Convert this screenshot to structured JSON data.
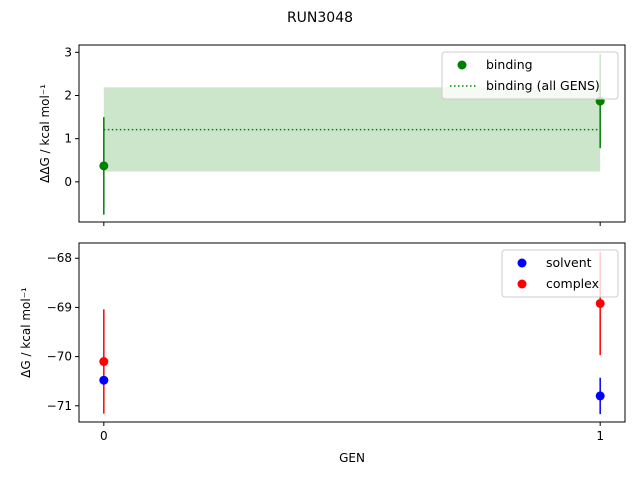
{
  "chart_data": {
    "title": "RUN3048",
    "xlabel": "GEN",
    "x_ticks": [
      0,
      1
    ],
    "xlim": [
      -0.05,
      1.05
    ],
    "panels": [
      {
        "type": "scatter",
        "ylabel": "ΔΔG / kcal mol⁻¹",
        "ylim": [
          -0.93,
          3.17
        ],
        "y_ticks": [
          0,
          1,
          2,
          3
        ],
        "legend": "top-right",
        "series": [
          {
            "name": "binding",
            "color": "#008000",
            "x": [
              0,
              1
            ],
            "y": [
              0.37,
              1.87
            ],
            "yerr": [
              1.13,
              1.09
            ]
          },
          {
            "name": "binding (all GENS)",
            "color": "#008000",
            "style": "dotted",
            "x": [
              0,
              1
            ],
            "y": [
              1.21,
              1.21
            ],
            "band": [
              0.24,
              2.19
            ]
          }
        ]
      },
      {
        "type": "scatter",
        "ylabel": "ΔG / kcal mol⁻¹",
        "ylim": [
          -71.33,
          -67.69
        ],
        "y_ticks": [
          -68,
          -69,
          -70,
          -71
        ],
        "legend": "top-right",
        "series": [
          {
            "name": "solvent",
            "color": "#0000ff",
            "x": [
              0,
              1
            ],
            "y": [
              -70.48,
              -70.8
            ],
            "yerr": [
              0.0,
              0.37
            ]
          },
          {
            "name": "complex",
            "color": "#ff0000",
            "x": [
              0,
              1
            ],
            "y": [
              -70.1,
              -68.92
            ],
            "yerr": [
              1.06,
              1.05
            ]
          }
        ]
      }
    ]
  }
}
